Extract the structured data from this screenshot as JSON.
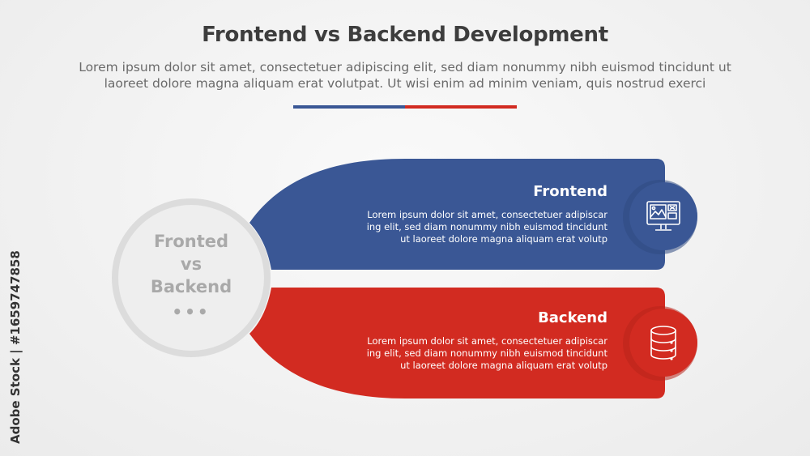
{
  "header": {
    "title": "Frontend vs Backend Development",
    "subtitle_line1": "Lorem ipsum dolor sit amet, consectetuer adipiscing elit, sed diam nonummy nibh euismod tincidunt ut",
    "subtitle_line2": "laoreet dolore magna aliquam erat volutpat. Ut wisi enim ad minim veniam, quis nostrud exerci"
  },
  "center": {
    "line1": "Fronted",
    "line2": "vs",
    "line3": "Backend",
    "dots": "•••"
  },
  "panels": [
    {
      "title": "Frontend",
      "body_line1": "Lorem ipsum dolor sit amet, consectetuer adipiscar",
      "body_line2": "ing elit, sed diam nonummy nibh euismod tincidunt",
      "body_line3": "ut laoreet dolore magna aliquam erat volutp",
      "icon": "monitor-icon",
      "color": "#3a5795"
    },
    {
      "title": "Backend",
      "body_line1": "Lorem ipsum dolor sit amet, consectetuer adipiscar",
      "body_line2": "ing elit, sed diam nonummy nibh euismod tincidunt",
      "body_line3": "ut laoreet dolore magna aliquam erat volutp",
      "icon": "database-icon",
      "color": "#d22b21"
    }
  ],
  "colors": {
    "blue": "#3a5795",
    "blue_dark": "#2f4a82",
    "red": "#d22b21",
    "red_dark": "#b8241c",
    "circle_fill": "#eeeeee",
    "circle_ring": "#dcdcdc",
    "title": "#3d3d3d"
  },
  "watermark": {
    "text": "Adobe Stock | #1659747858"
  }
}
